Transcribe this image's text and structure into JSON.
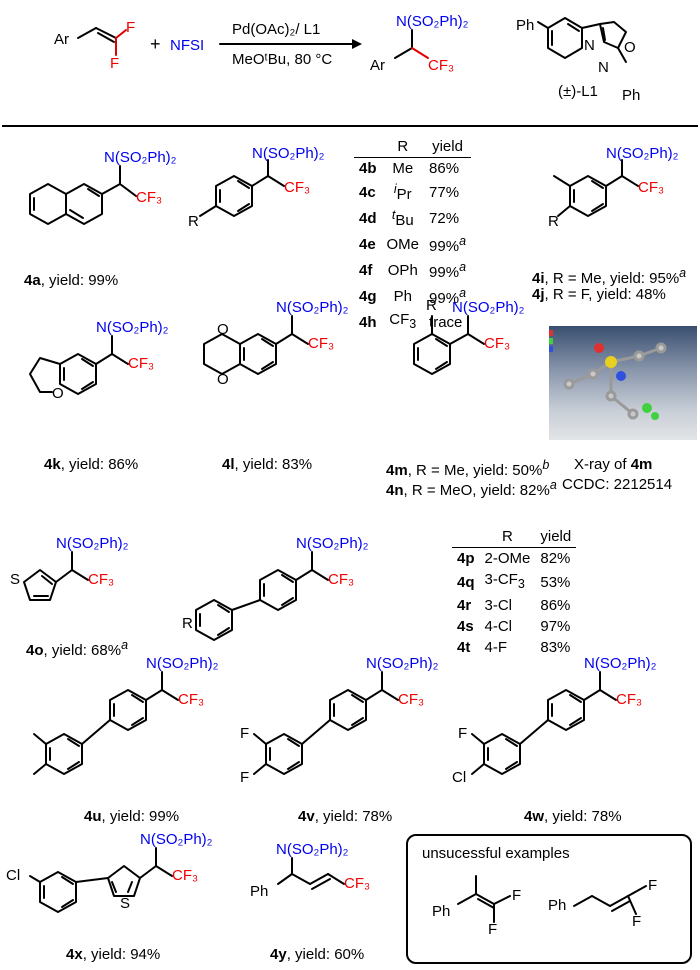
{
  "scheme": {
    "ar": "Ar",
    "f1": "F",
    "f2": "F",
    "plus": "+",
    "nfsi": "NFSI",
    "conditions_top": "Pd(OAc)₂/ L1",
    "conditions_bottom": "MeOᵗBu, 80 °C",
    "prod_n": "N(SO₂Ph)₂",
    "prod_ar": "Ar",
    "prod_cf3": "CF₃",
    "ligand_n1": "N",
    "ligand_n2": "N",
    "ligand_o": "O",
    "ligand_ph1": "Ph",
    "ligand_ph2": "Ph",
    "ligand_label": "(±)-L1"
  },
  "common": {
    "nso": "N(SO₂Ph)₂",
    "cf3": "CF₃"
  },
  "products": {
    "p4a": "4a, yield: 99%",
    "p4k": "4k, yield: 86%",
    "p4l": "4l, yield: 83%",
    "p4m": "4m, R = Me, yield: 50%b",
    "p4n": "4n, R = MeO, yield: 82%a",
    "xray1": "X-ray of 4m",
    "xray2": "CCDC: 2212514",
    "p4i": "4i, R = Me, yield: 95%a",
    "p4j": "4j, R = F, yield: 48%",
    "p4o": "4o, yield: 68%a",
    "p4u": "4u, yield: 99%",
    "p4v": "4v, yield: 78%",
    "p4w": "4w, yield: 78%",
    "p4x": "4x, yield: 94%",
    "p4y": "4y, yield: 60%"
  },
  "table1": {
    "headers": [
      "",
      "R",
      "yield"
    ],
    "rows": [
      [
        "4b",
        "Me",
        "86%"
      ],
      [
        "4c",
        "iPr",
        "77%"
      ],
      [
        "4d",
        "tBu",
        "72%"
      ],
      [
        "4e",
        "OMe",
        "99%a"
      ],
      [
        "4f",
        "OPh",
        "99%a"
      ],
      [
        "4g",
        "Ph",
        "99%a"
      ],
      [
        "4h",
        "CF3",
        "trace"
      ]
    ]
  },
  "table2": {
    "headers": [
      "",
      "R",
      "yield"
    ],
    "rows": [
      [
        "4p",
        "2-OMe",
        "82%"
      ],
      [
        "4q",
        "3-CF3",
        "53%"
      ],
      [
        "4r",
        "3-Cl",
        "86%"
      ],
      [
        "4s",
        "4-Cl",
        "97%"
      ],
      [
        "4t",
        "4-F",
        "83%"
      ]
    ]
  },
  "atoms": {
    "r": "R",
    "o": "O",
    "s": "S",
    "f": "F",
    "cl": "Cl",
    "ph": "Ph"
  },
  "unsuccessful": {
    "title": "unsucessful examples"
  }
}
